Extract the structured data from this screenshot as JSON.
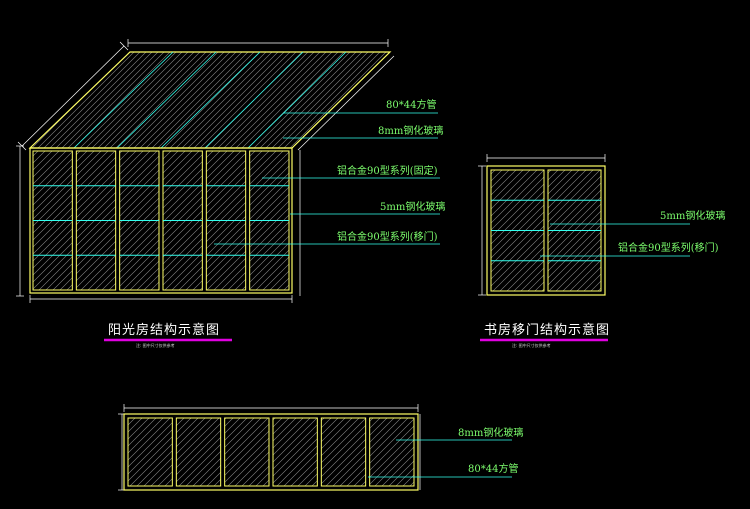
{
  "colors": {
    "background": "#000000",
    "frame": "#ffff66",
    "mullion": "#33ffee",
    "hatch": "#8a8a8a",
    "leader": "#33ffee",
    "dimension": "#ffffff",
    "label": "#7dff6e",
    "title": "#ffffff",
    "title_underline": "#e000e0"
  },
  "sunroom": {
    "title": "阳光房结构示意图",
    "subtitle": "注: 图中尺寸仅供参考",
    "labels": {
      "roof_tube": "80*44方管",
      "roof_glass": "8mm钢化玻璃",
      "fixed_frame": "铝合金90型系列(固定)",
      "wall_glass": "5mm钢化玻璃",
      "sliding_frame": "铝合金90型系列(移门)"
    }
  },
  "study_door": {
    "title": "书房移门结构示意图",
    "subtitle": "注: 图中尺寸仅供参考",
    "labels": {
      "glass": "5mm钢化玻璃",
      "sliding_frame": "铝合金90型系列(移门)"
    }
  },
  "roof_plan": {
    "labels": {
      "glass": "8mm钢化玻璃",
      "tube": "80*44方管"
    }
  }
}
